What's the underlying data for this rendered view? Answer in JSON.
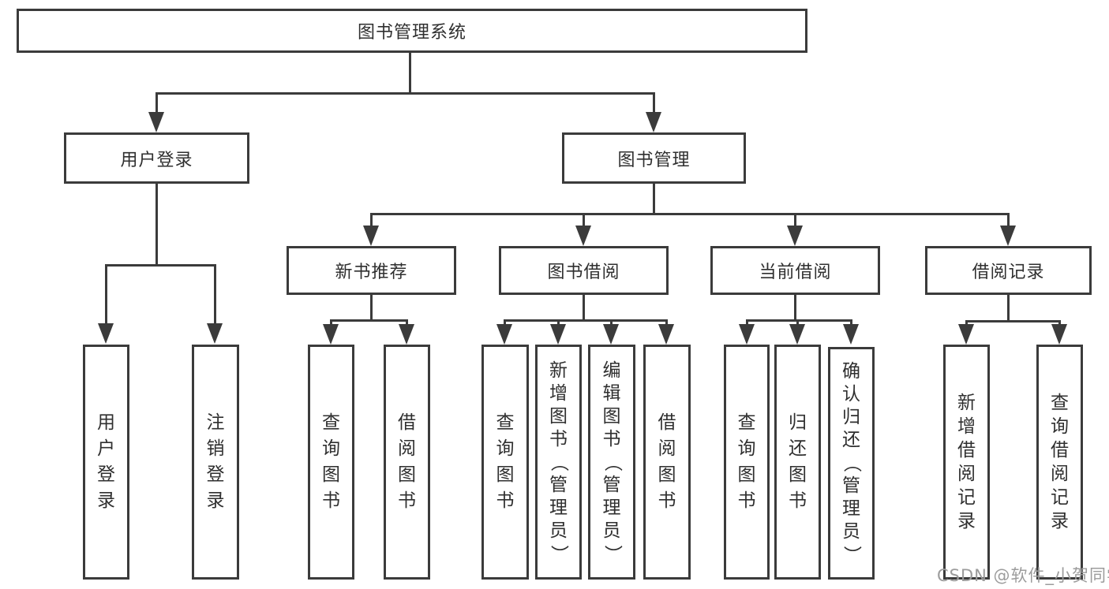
{
  "diagram": {
    "title": "图书管理系统",
    "level2": {
      "user_login": "用户登录",
      "book_management": "图书管理"
    },
    "level3": {
      "new_book_recommend": "新书推荐",
      "book_borrowing": "图书借阅",
      "current_borrowing": "当前借阅",
      "borrowing_records": "借阅记录"
    },
    "leaves": {
      "user_login": "用户登录",
      "logout_login": "注销登录",
      "nb_query_books": "查询图书",
      "nb_borrow_books": "借阅图书",
      "bb_query_books": "查询图书",
      "bb_add_books_admin": "新增图书（管理员）",
      "bb_edit_books_admin": "编辑图书（管理员）",
      "bb_borrow_books": "借阅图书",
      "cb_query_books": "查询图书",
      "cb_return_books": "归还图书",
      "cb_confirm_return_admin": "确认归还（管理员）",
      "br_add_borrow_record": "新增借阅记录",
      "br_query_borrow_record": "查询借阅记录"
    }
  },
  "watermark": "CSDN @软件_小贺同学",
  "colors": {
    "line": "#3b3b3b",
    "text": "#2f2f2f",
    "watermark": "#9c9c9c",
    "background": "#ffffff"
  }
}
